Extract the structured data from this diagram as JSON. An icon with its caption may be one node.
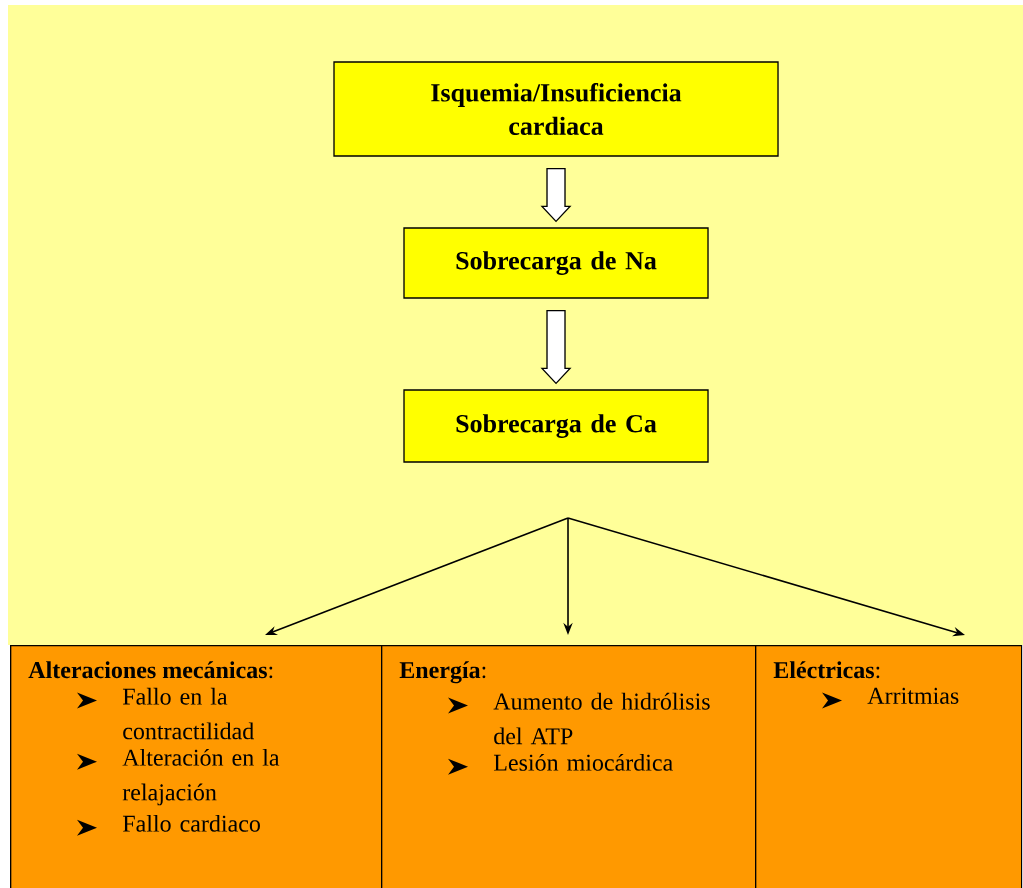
{
  "diagram": {
    "nodes": [
      {
        "text": [
          "Isquemia/Insuficiencia cardiaca"
        ]
      },
      {
        "text": [
          "Sobrecarga de Na"
        ]
      },
      {
        "text": [
          "Sobrecarga de Ca"
        ]
      },
      {
        "text": [
          "**Alteraciones mecánicas**:",
          "Fallo en la contractilidad",
          "Alteración en la relajación",
          "Fallo cardiaco"
        ]
      },
      {
        "text": [
          "**Energía**:",
          "Aumento de hidrólisis del ATP",
          "Lesión miocárdica"
        ]
      },
      {
        "text": [
          "**Eléctricas**:",
          "Arritmias"
        ]
      }
    ],
    "edges": [
      {
        "from": 0,
        "to": 1,
        "arrow": "to"
      },
      {
        "from": 1,
        "to": 2,
        "arrow": "to"
      },
      {
        "from": null,
        "to": 3,
        "arrow": "to"
      },
      {
        "from": null,
        "to": 4,
        "arrow": "to"
      },
      {
        "from": null,
        "to": 5,
        "arrow": "to"
      }
    ]
  }
}
